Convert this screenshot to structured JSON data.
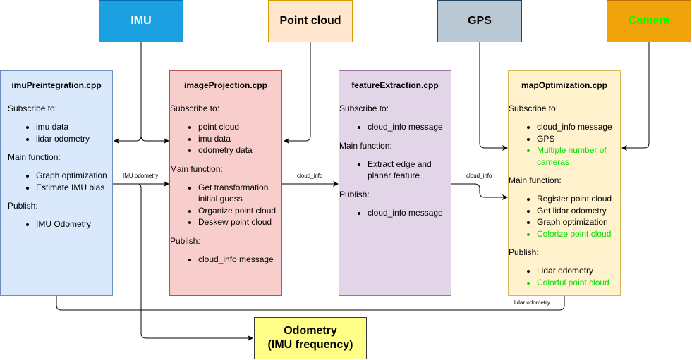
{
  "sources": {
    "imu": {
      "label": "IMU",
      "fill": "#1ba1e2",
      "stroke": "#006eaf",
      "text_color": "#ffffff"
    },
    "point_cloud": {
      "label": "Point cloud",
      "fill": "#ffe6cc",
      "stroke": "#d79b00",
      "text_color": "#000000"
    },
    "gps": {
      "label": "GPS",
      "fill": "#bac8d3",
      "stroke": "#23445d",
      "text_color": "#000000"
    },
    "camera": {
      "label": "Camera",
      "fill": "#f0a30a",
      "stroke": "#bd7000",
      "text_color": "#00ff00"
    }
  },
  "nodes": {
    "imu_preintegration": {
      "title": "imuPreintegration.cpp",
      "fill": "#dae8fc",
      "stroke": "#6c8ebf",
      "subscribe_title": "Subscribe to:",
      "subscribe": [
        "imu data",
        "lidar odometry"
      ],
      "main_title": "Main function:",
      "main": [
        "Graph optimization",
        "Estimate IMU bias"
      ],
      "publish_title": "Publish:",
      "publish": [
        "IMU Odometry"
      ]
    },
    "image_projection": {
      "title": "imageProjection.cpp",
      "fill": "#f8cecc",
      "stroke": "#b85450",
      "subscribe_title": "Subscribe to:",
      "subscribe": [
        "point cloud",
        "imu data",
        "odometry data"
      ],
      "main_title": "Main function:",
      "main": [
        "Get transformation initial guess",
        "Organize point cloud",
        "Deskew point cloud"
      ],
      "publish_title": "Publish:",
      "publish": [
        "cloud_info message"
      ]
    },
    "feature_extraction": {
      "title": "featureExtraction.cpp",
      "fill": "#e1d5e7",
      "stroke": "#9673a6",
      "subscribe_title": "Subscribe to:",
      "subscribe": [
        "cloud_info message"
      ],
      "main_title": "Main function:",
      "main": [
        "Extract edge and planar feature"
      ],
      "publish_title": "Publish:",
      "publish": [
        "cloud_info message"
      ]
    },
    "map_optimization": {
      "title": "mapOptimization.cpp",
      "fill": "#fff2cc",
      "stroke": "#d6b656",
      "subscribe_title": "Subscribe to:",
      "subscribe": [
        "cloud_info message",
        "GPS",
        "Multiple number of cameras"
      ],
      "subscribe_highlight": [
        false,
        false,
        true
      ],
      "main_title": "Main function:",
      "main": [
        "Register point cloud",
        "Get lidar odometry",
        "Graph optimization",
        "Colorize point cloud"
      ],
      "main_highlight": [
        false,
        false,
        false,
        true
      ],
      "publish_title": "Publish:",
      "publish": [
        "Lidar odometry",
        "Colorful point cloud"
      ],
      "publish_highlight": [
        false,
        true
      ]
    }
  },
  "edge_labels": {
    "imu_odometry": "IMU odometry",
    "cloud_info_1": "cloud_info",
    "cloud_info_2": "cloud_info",
    "lidar_odometry": "lidar odometry"
  },
  "output": {
    "line1": "Odometry",
    "line2": "(IMU frequency)"
  },
  "highlight_color": "#00dd00"
}
